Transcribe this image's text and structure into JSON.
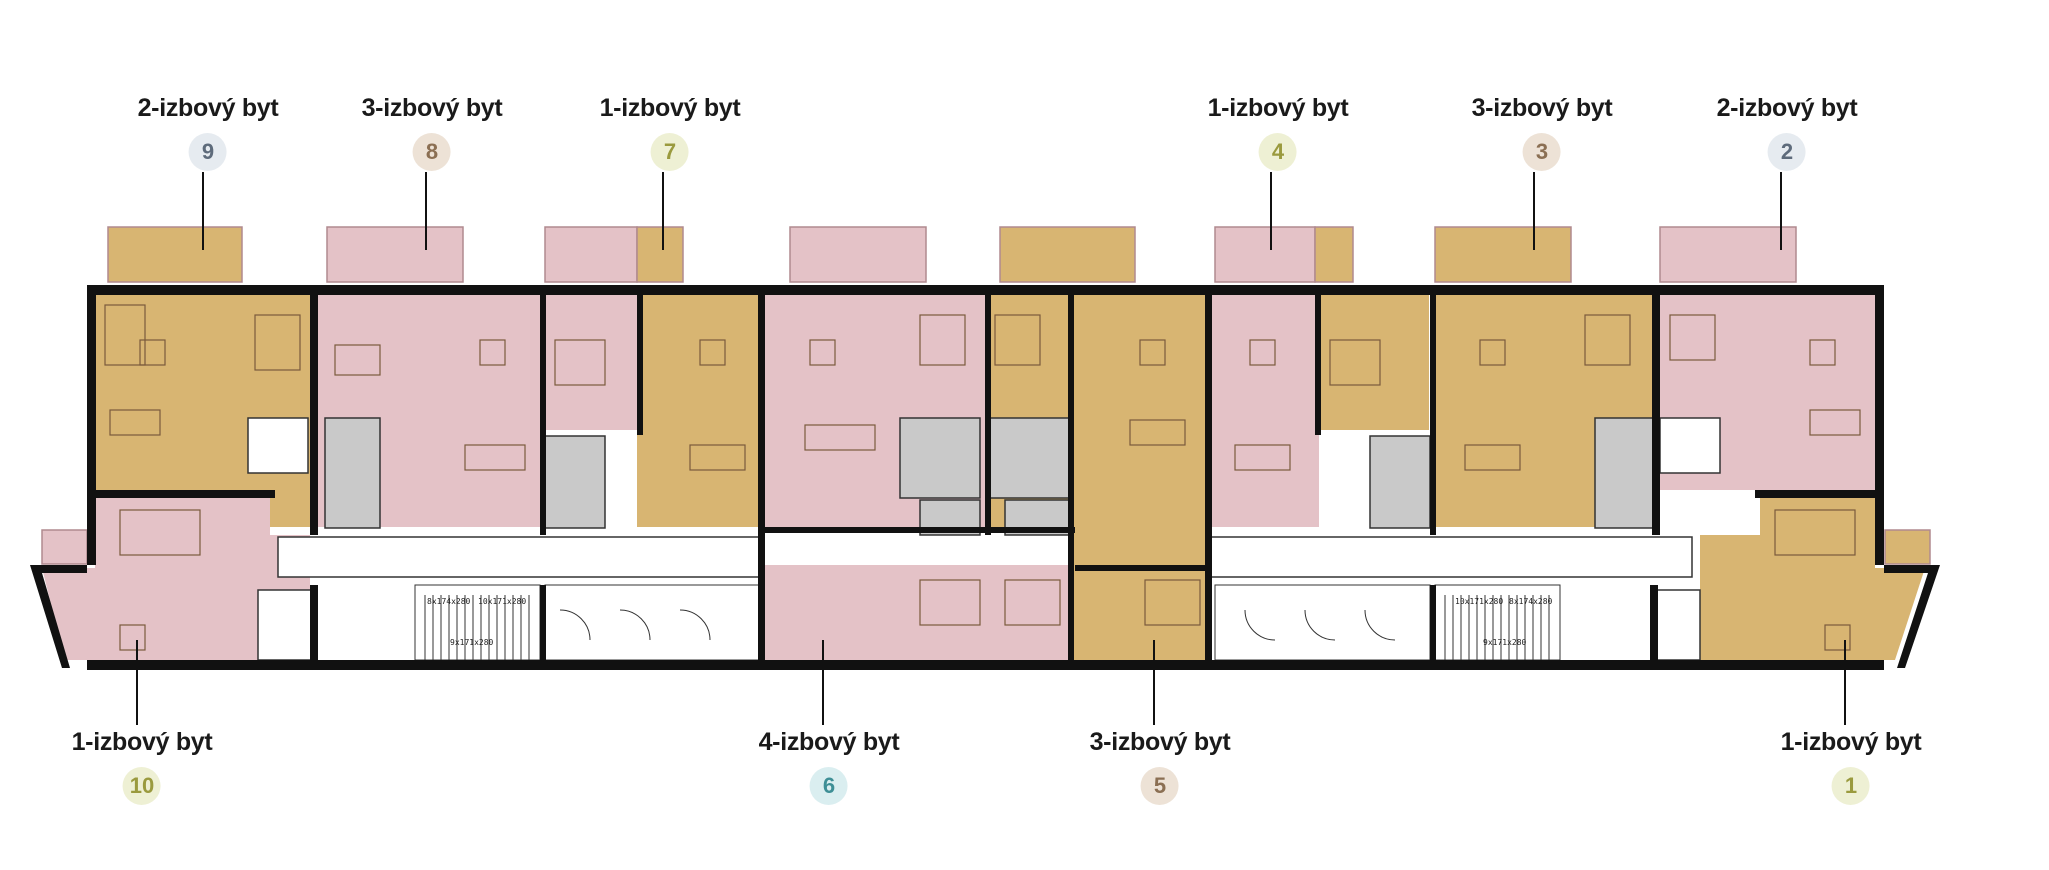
{
  "apartments": [
    {
      "id": "9",
      "title": "2-izbový byt",
      "number": "9",
      "type": "2-izbový",
      "color": "#e6ebf0",
      "text_color": "#5e6b7b",
      "fill": "#d8b572"
    },
    {
      "id": "8",
      "title": "3-izbový byt",
      "number": "8",
      "type": "3-izbový",
      "color": "#ede2d6",
      "text_color": "#8b6f53",
      "fill": "#e4c2c7"
    },
    {
      "id": "7",
      "title": "1-izbový byt",
      "number": "7",
      "type": "1-izbový",
      "color": "#eef0d4",
      "text_color": "#9a9a3e",
      "fill": "#d8b572"
    },
    {
      "id": "4",
      "title": "1-izbový byt",
      "number": "4",
      "type": "1-izbový",
      "color": "#eef0d4",
      "text_color": "#9a9a3e",
      "fill": "#e4c2c7"
    },
    {
      "id": "3",
      "title": "3-izbový byt",
      "number": "3",
      "type": "3-izbový",
      "color": "#ede2d6",
      "text_color": "#8b6f53",
      "fill": "#d8b572"
    },
    {
      "id": "2",
      "title": "2-izbový byt",
      "number": "2",
      "type": "2-izbový",
      "color": "#e6ebf0",
      "text_color": "#5e6b7b",
      "fill": "#e4c2c7"
    },
    {
      "id": "10",
      "title": "1-izbový byt",
      "number": "10",
      "type": "1-izbový",
      "color": "#eef0d4",
      "text_color": "#9a9a3e",
      "fill": "#e4c2c7"
    },
    {
      "id": "6",
      "title": "4-izbový byt",
      "number": "6",
      "type": "4-izbový",
      "color": "#daeef0",
      "text_color": "#3e8f96",
      "fill": "#e4c2c7"
    },
    {
      "id": "5",
      "title": "3-izbový byt",
      "number": "5",
      "type": "3-izbový",
      "color": "#ede2d6",
      "text_color": "#8b6f53",
      "fill": "#d8b572"
    },
    {
      "id": "1",
      "title": "1-izbový byt",
      "number": "1",
      "type": "1-izbový",
      "color": "#eef0d4",
      "text_color": "#9a9a3e",
      "fill": "#d8b572"
    }
  ],
  "stair_labels": {
    "left_top": "8x174x280",
    "left_top2": "10x171x280",
    "left_bottom": "9x171x280",
    "right_top": "10x171x280",
    "right_top2": "8x174x280",
    "right_bottom": "9x171x280"
  },
  "colors": {
    "pink": "#e4c2c7",
    "tan": "#d8b572",
    "wall": "#111111",
    "bath": "#c9c9c9",
    "corridor": "#ffffff"
  }
}
